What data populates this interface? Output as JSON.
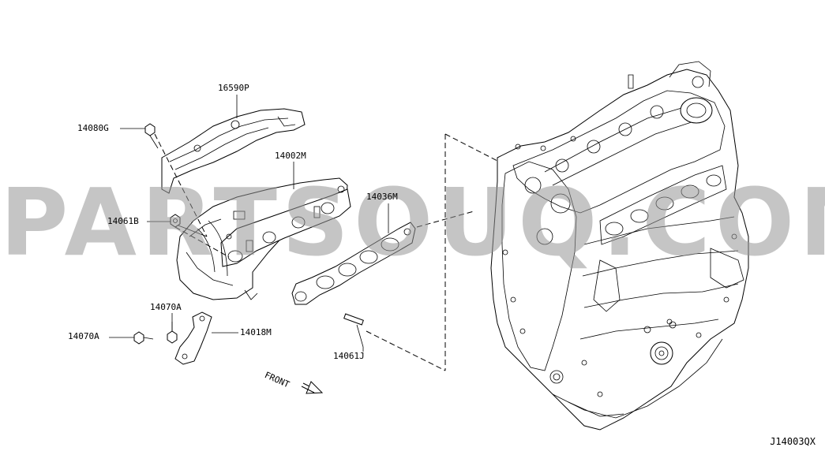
{
  "diagram": {
    "code": "J14003QX",
    "front_label": "FRONT",
    "watermark": "PARTSOUQ.COM"
  },
  "callouts": [
    {
      "id": "16590P",
      "text": "16590P"
    },
    {
      "id": "14080G",
      "text": "14080G"
    },
    {
      "id": "14002M",
      "text": "14002M"
    },
    {
      "id": "14036M",
      "text": "14036M"
    },
    {
      "id": "14061B",
      "text": "14061B"
    },
    {
      "id": "14070A_upper",
      "text": "14070A"
    },
    {
      "id": "14070A_left",
      "text": "14070A"
    },
    {
      "id": "14018M",
      "text": "14018M"
    },
    {
      "id": "14061J",
      "text": "14061J"
    }
  ]
}
